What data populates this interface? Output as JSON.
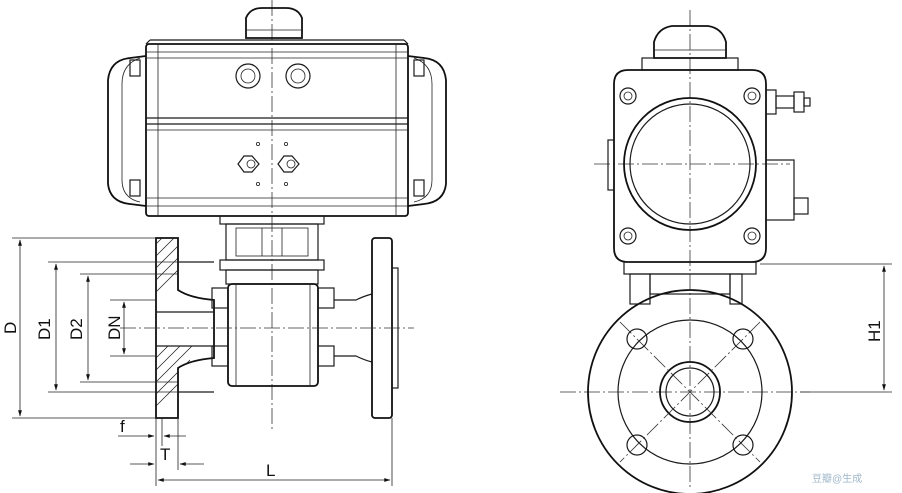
{
  "dimensions": {
    "D": "D",
    "D1": "D1",
    "D2": "D2",
    "DN": "DN",
    "f": "f",
    "T": "T",
    "L": "L",
    "H1": "H1"
  },
  "watermark": "豆瓣@生成",
  "colors": {
    "line": "#111111",
    "background": "#ffffff",
    "watermark": "#9fb7c9"
  }
}
